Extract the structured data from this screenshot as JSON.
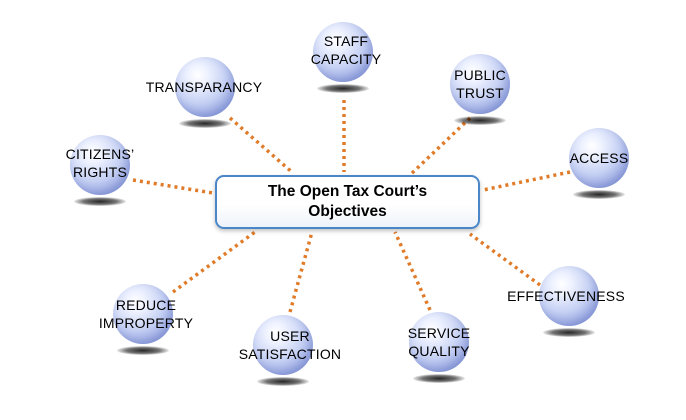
{
  "center": {
    "line1": "The Open Tax Court’s",
    "line2": "Objectives"
  },
  "objectives": [
    {
      "id": "staff-capacity",
      "lines": [
        "STAFF",
        "CAPACITY"
      ]
    },
    {
      "id": "public-trust",
      "lines": [
        "PUBLIC",
        "TRUST"
      ]
    },
    {
      "id": "access",
      "lines": [
        "ACCESS"
      ]
    },
    {
      "id": "effectiveness",
      "lines": [
        "EFFECTIVENESS"
      ]
    },
    {
      "id": "service-quality",
      "lines": [
        "SERVICE",
        "QUALITY"
      ]
    },
    {
      "id": "user-satisfaction",
      "lines": [
        "USER",
        "SATISFACTION"
      ]
    },
    {
      "id": "reduce-improperty",
      "lines": [
        "REDUCE",
        "IMPROPERTY"
      ]
    },
    {
      "id": "citizens-rights",
      "lines": [
        "CITIZENS’",
        "RIGHTS"
      ]
    },
    {
      "id": "transparancy",
      "lines": [
        "TRANSPARANCY"
      ]
    }
  ],
  "colors": {
    "connector": "#e07b2a",
    "center_border": "#4a86c8",
    "orb": "#a8b6ea"
  }
}
